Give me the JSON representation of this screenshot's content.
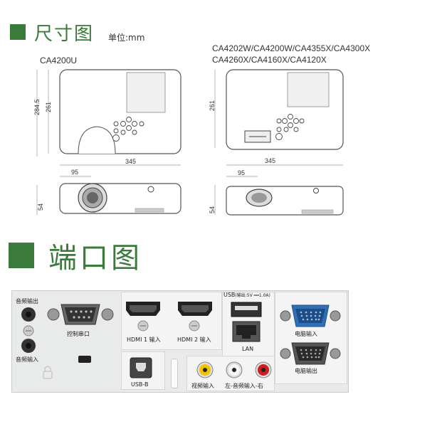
{
  "size_section": {
    "title": "尺寸图",
    "unit_label": "单位:mm",
    "left_model": "CA4200U",
    "right_models_line1": "CA4202W/CA4200W/CA4355X/CA4300X",
    "right_models_line2": "CA4260X/CA4160X/CA4120X",
    "left_dims": {
      "depth_outer": "284.5",
      "depth": "261",
      "width": "345",
      "lens_offset": "95",
      "height": "54"
    },
    "right_dims": {
      "depth": "261",
      "width": "345",
      "lens_offset": "95",
      "height": "54"
    }
  },
  "port_section": {
    "title": "端口图",
    "labels": {
      "audio_out": "音频输出",
      "audio_in": "音频输入",
      "control_serial": "控制串口",
      "hdmi1": "HDMI 1 输入",
      "hdmi2": "HDMI 2 输入",
      "usb_top": "USB",
      "usb_note": "(输出:5V ══1.0A)",
      "lan": "LAN",
      "pc_in": "电脑输入",
      "pc_out": "电脑输出",
      "usb_b": "USB-B",
      "video_in": "视频输入",
      "audio_lr": "左-音频输入-右"
    }
  },
  "colors": {
    "accent": "#3a7a3a",
    "panel": "#e9eaea",
    "vga_blue": "#2f6fb8"
  }
}
